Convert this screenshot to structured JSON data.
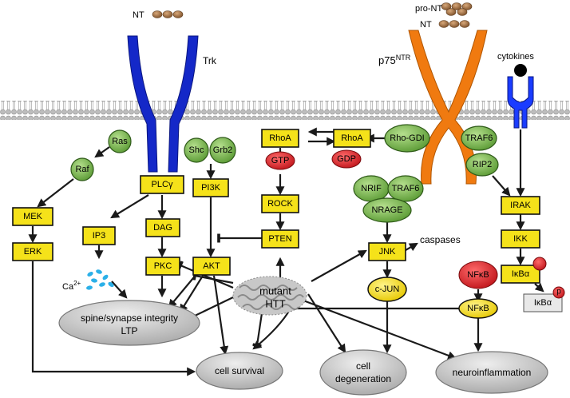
{
  "ligands": {
    "nt_left": "NT",
    "pro_nt": "pro-NT",
    "nt_right": "NT",
    "cytokines": "cytokines"
  },
  "receptors": {
    "trk": "Trk",
    "p75_main": "p75",
    "p75_sup": "NTR"
  },
  "green": {
    "ras": "Ras",
    "raf": "Raf",
    "shc": "Shc",
    "grb2": "Grb2",
    "rho_gdi": "Rho-GDI",
    "traf6_top": "TRAF6",
    "rip2": "RIP2",
    "nrif": "NRIF",
    "traf6_mid": "TRAF6",
    "nrage": "NRAGE"
  },
  "yellow": {
    "mek": "MEK",
    "erk": "ERK",
    "plcg": "PLCγ",
    "ip3": "IP3",
    "dag": "DAG",
    "pkc": "PKC",
    "pi3k": "PI3K",
    "akt": "AKT",
    "rhoa_left": "RhoA",
    "rhoa_right": "RhoA",
    "rock": "ROCK",
    "pten": "PTEN",
    "jnk": "JNK",
    "irak": "IRAK",
    "ikk": "IKK",
    "ikba": "IκBα"
  },
  "red": {
    "gtp": "GTP",
    "gdp": "GDP",
    "nfkb": "NFκB"
  },
  "yellow_ovals": {
    "cjun": "c-JUN",
    "nfkb": "NFκB"
  },
  "labels": {
    "ca_main": "Ca",
    "ca_sup": "2+",
    "caspases": "caspases",
    "mutant_htt_line1": "mutant",
    "mutant_htt_line2": "HTT",
    "ikba_free": "IκBα",
    "phospho": "p"
  },
  "outcomes": {
    "spine_line1": "spine/synapse integrity",
    "spine_line2": "LTP",
    "cell_survival": "cell survival",
    "cell_degen_line1": "cell",
    "cell_degen_line2": "degeneration",
    "neuroinflammation": "neuroinflammation"
  },
  "colors": {
    "trk_receptor": "#1428c8",
    "p75_receptor": "#f07a10",
    "green_node": "#74b84a",
    "yellow_box": "#f5e21a",
    "red_node": "#e3242b",
    "outcome_oval": "#c6c6c6",
    "ligand": "#a9764b"
  }
}
